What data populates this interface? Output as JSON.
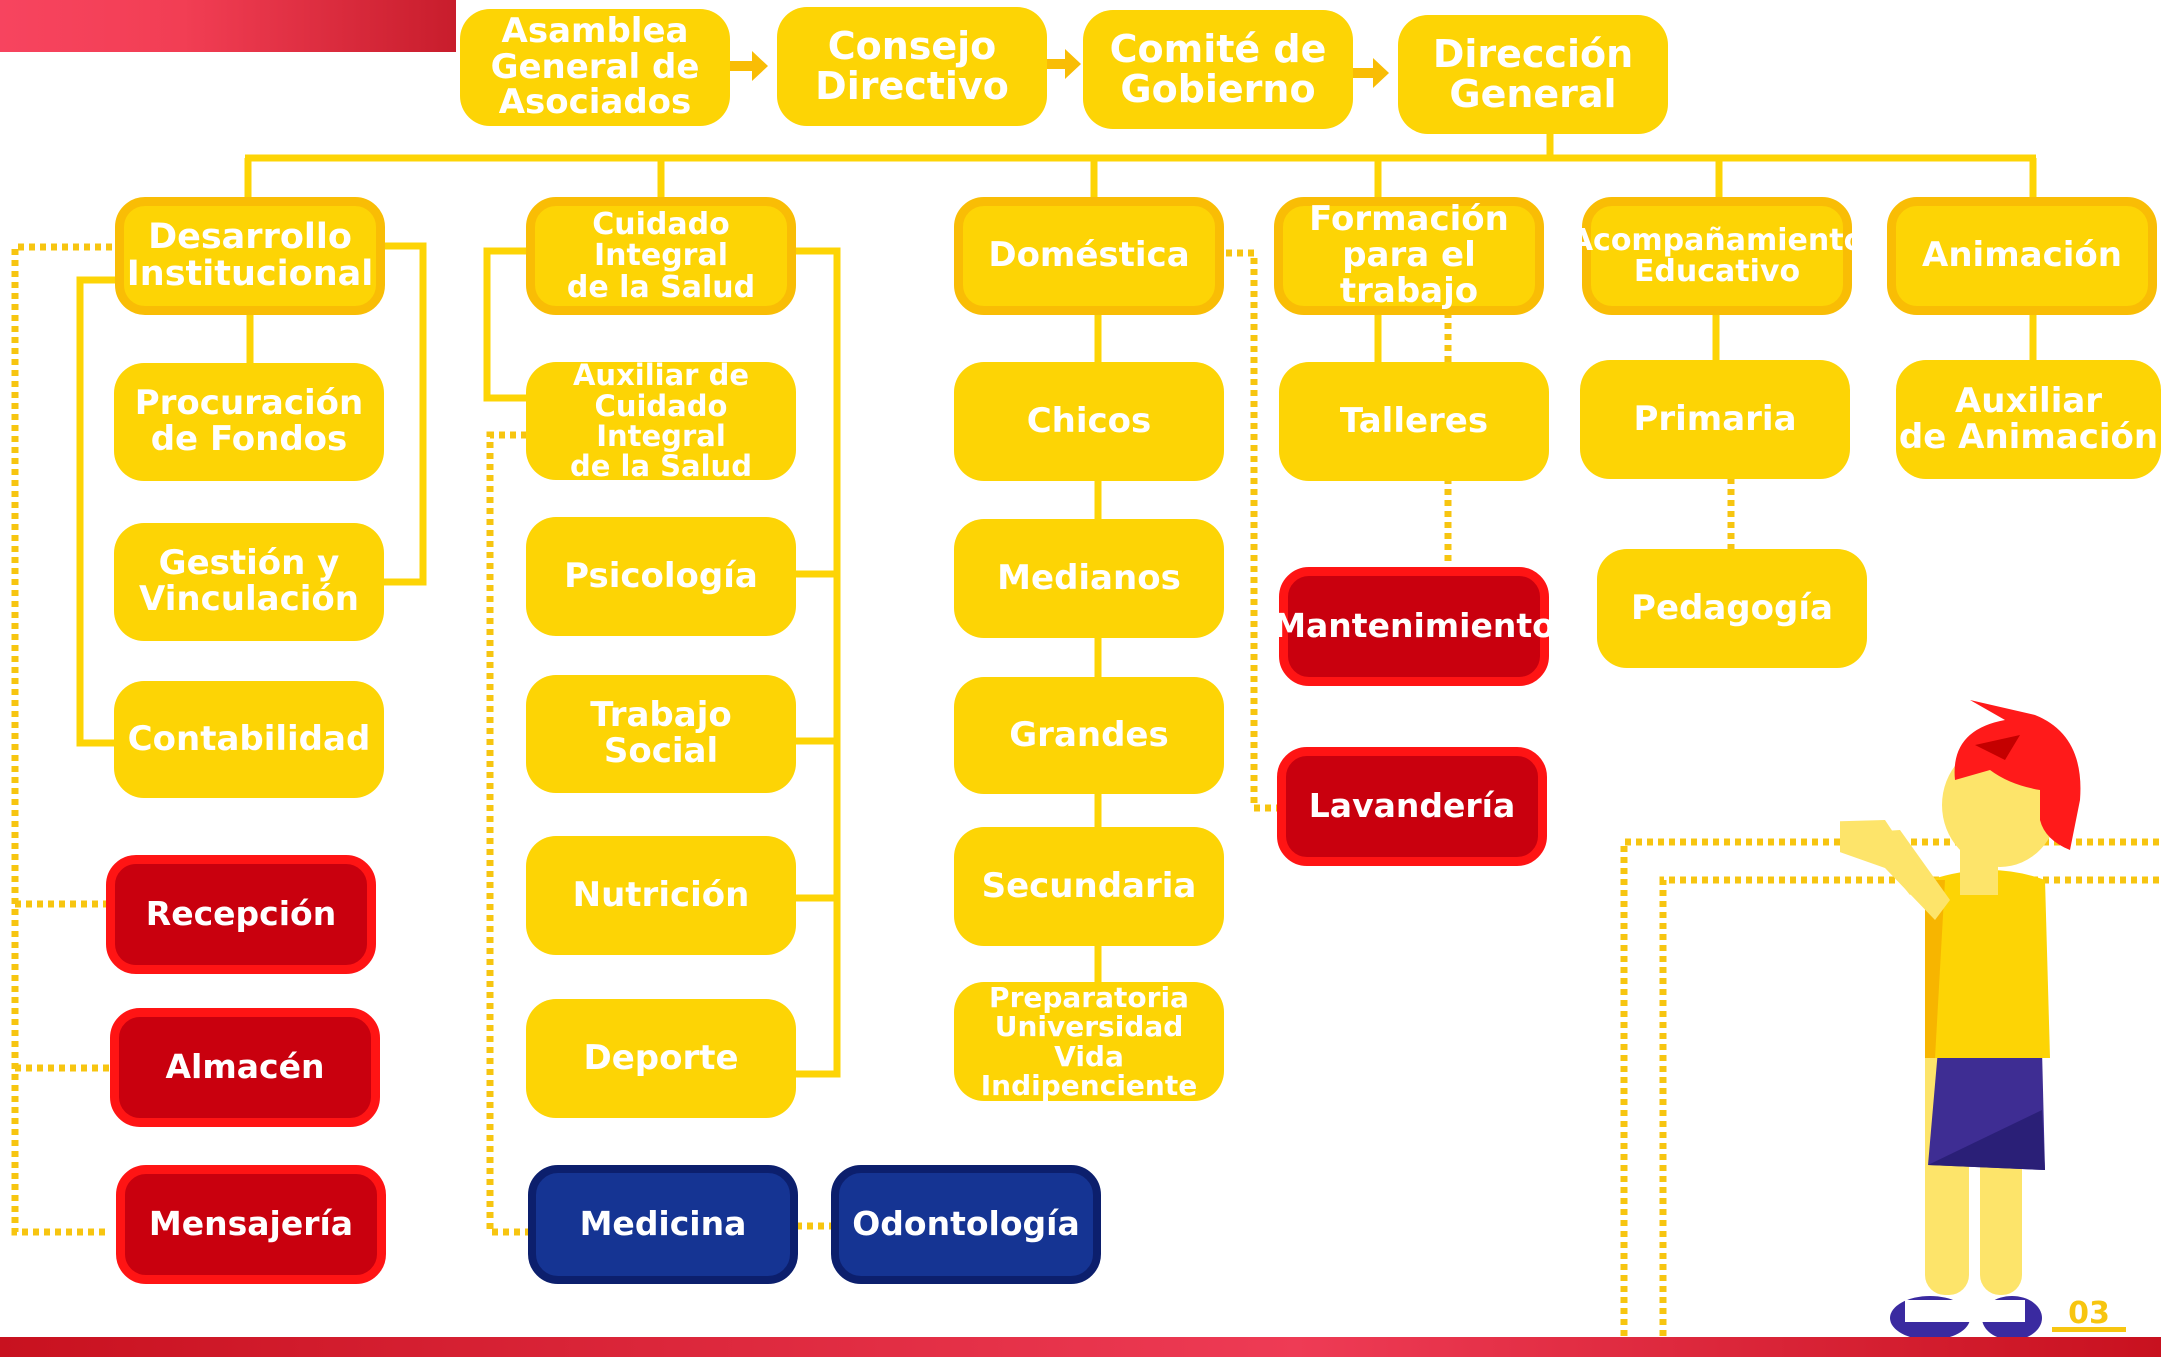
{
  "top_chain": [
    {
      "id": "asamblea",
      "label": "Asamblea\nGeneral de\nAsociados"
    },
    {
      "id": "consejo",
      "label": "Consejo\nDirectivo"
    },
    {
      "id": "comite",
      "label": "Comité de\nGobierno"
    },
    {
      "id": "direccion",
      "label": "Dirección\nGeneral"
    }
  ],
  "departments": [
    {
      "id": "desarrollo",
      "label": "Desarrollo\nInstitucional"
    },
    {
      "id": "cuidado",
      "label": "Cuidado Integral\nde la Salud"
    },
    {
      "id": "domestica",
      "label": "Doméstica"
    },
    {
      "id": "formacion",
      "label": "Formación\npara el trabajo"
    },
    {
      "id": "acompanamiento",
      "label": "Acompañamiento\nEducativo"
    },
    {
      "id": "animacion",
      "label": "Animación"
    }
  ],
  "units": [
    {
      "id": "procuracion",
      "label": "Procuración\nde Fondos"
    },
    {
      "id": "gestion",
      "label": "Gestión y\nVinculación"
    },
    {
      "id": "contabilidad",
      "label": "Contabilidad"
    },
    {
      "id": "recepcion",
      "label": "Recepción"
    },
    {
      "id": "almacen",
      "label": "Almacén"
    },
    {
      "id": "mensajeria",
      "label": "Mensajería"
    },
    {
      "id": "auxiliar_cuidado",
      "label": "Auxiliar de\nCuidado Integral\nde la Salud"
    },
    {
      "id": "psicologia",
      "label": "Psicología"
    },
    {
      "id": "trabajo_social",
      "label": "Trabajo\nSocial"
    },
    {
      "id": "nutricion",
      "label": "Nutrición"
    },
    {
      "id": "deporte",
      "label": "Deporte"
    },
    {
      "id": "medicina",
      "label": "Medicina"
    },
    {
      "id": "odontologia",
      "label": "Odontología"
    },
    {
      "id": "chicos",
      "label": "Chicos"
    },
    {
      "id": "medianos",
      "label": "Medianos"
    },
    {
      "id": "grandes",
      "label": "Grandes"
    },
    {
      "id": "secundaria",
      "label": "Secundaria"
    },
    {
      "id": "preparatoria",
      "label": "Preparatoria\nUniversidad\nVida Indipenciente"
    },
    {
      "id": "talleres",
      "label": "Talleres"
    },
    {
      "id": "mantenimiento",
      "label": "Mantenimiento"
    },
    {
      "id": "lavanderia",
      "label": "Lavandería"
    },
    {
      "id": "primaria",
      "label": "Primaria"
    },
    {
      "id": "pedagogia",
      "label": "Pedagogía"
    },
    {
      "id": "auxiliar_animacion",
      "label": "Auxiliar\nde Animación"
    }
  ],
  "page_number": "03",
  "colors": {
    "yellow": "#fdd405",
    "yellow_border": "#f9bd05",
    "red": "#c9000e",
    "red_border": "#ff1414",
    "blue": "#153493",
    "line": "#fdd405",
    "dotted_line": "#f7c510"
  }
}
